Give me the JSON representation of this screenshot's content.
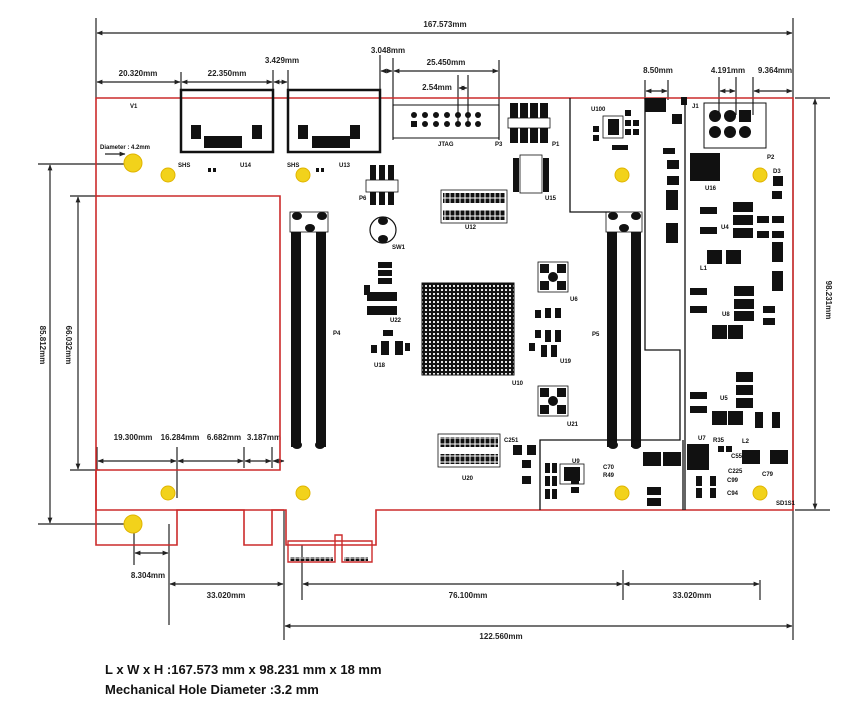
{
  "title": "PCB Mechanical Drawing",
  "dimensions": {
    "overall_length": "167.573mm",
    "left_to_u14": "20.320mm",
    "u14_width": "22.350mm",
    "u14_u13_gap": "3.429mm",
    "u13_jtag_gap": "3.048mm",
    "jtag_width": "25.450mm",
    "jtag_pitch": "2.54mm",
    "j1_width": "8.50mm",
    "p2_pitch": "4.191mm",
    "p2_right": "9.364mm",
    "board_height": "98.231mm",
    "left_total_height": "85.812mm",
    "left_inner_height": "66.032mm",
    "bottom_19_300": "19.300mm",
    "bottom_16_284": "16.284mm",
    "bottom_6_682": "6.682mm",
    "bottom_3_187": "3.187mm",
    "hole_offset": "8.304mm",
    "left_bracket": "33.020mm",
    "pcie_span": "76.100mm",
    "right_bracket": "33.020mm",
    "bottom_total": "122.560mm",
    "hole_diameter_note": "Diameter : 4.2mm"
  },
  "components": {
    "v1": "V1",
    "u14": "U14",
    "u13": "U13",
    "shs_a": "SHS",
    "shs_b": "SHS",
    "jtag": "JTAG",
    "p3": "P3",
    "p1": "P1",
    "p2": "P2",
    "j1": "J1",
    "u100": "U100",
    "u16": "U16",
    "u4": "U4",
    "u8": "U8",
    "u5": "U5",
    "u7": "U7",
    "u12": "U12",
    "u15": "U15",
    "u9": "U9",
    "u10": "U10",
    "u18": "U18",
    "u22": "U22",
    "u19": "U19",
    "u6": "U6",
    "u21": "U21",
    "u20": "U20",
    "p4": "P4",
    "p5": "P5",
    "p6": "P6",
    "sw1": "SW1",
    "l1": "L1",
    "l2": "L2",
    "c79": "C79",
    "c225": "C225",
    "c55": "C55",
    "c99": "C99",
    "c94": "C94",
    "c251": "C251",
    "c70": "C70",
    "r49": "R49",
    "r35": "R35",
    "d3": "D3",
    "sd1": "SD1S1"
  },
  "notes": {
    "lwh": "L x W x H :167.573 mm x 98.231 mm x 18 mm",
    "hole": "Mechanical Hole Diameter :3.2 mm"
  },
  "colors": {
    "outline": "#cc2b2b",
    "hole": "#f2d21b",
    "hole_rim": "#e0b400",
    "ink": "#111111"
  }
}
